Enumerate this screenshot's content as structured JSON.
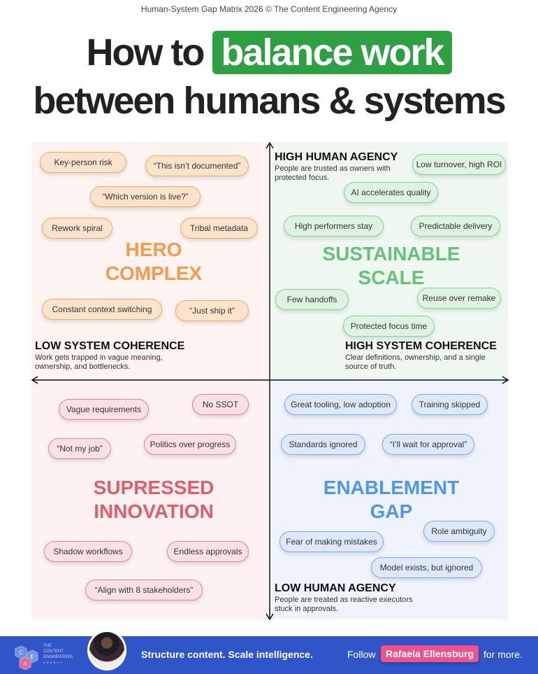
{
  "header": {
    "credit": "Human-System Gap Matrix 2026 © The Content Engineering Agency",
    "title_line1_prefix": "How to",
    "title_highlight": "balance work",
    "title_line2": "between humans & systems"
  },
  "colors": {
    "highlight": "#2ea043",
    "footer": "#2f55c8",
    "follow_badge": "#f0508c",
    "hero": "#f79a4a",
    "sustainable": "#66c17a",
    "supressed": "#e25d6a",
    "enablement": "#4f96f0"
  },
  "quadrants": {
    "top_left": {
      "title1": "HERO",
      "title2": "COMPLEX",
      "pills": [
        "Key-person risk",
        "“This isn’t documented”",
        "“Which version is live?”",
        "Rework spiral",
        "Tribal metadata",
        "Constant context switching",
        "“Just ship it”"
      ]
    },
    "top_right": {
      "title1": "SUSTAINABLE",
      "title2": "SCALE",
      "pills": [
        "Low turnover, high ROI",
        "AI accelerates quality",
        "High performers stay",
        "Predictable delivery",
        "Few handoffs",
        "Reuse over remake",
        "Protected focus time"
      ]
    },
    "bottom_left": {
      "title1": "SUPRESSED",
      "title2": "INNOVATION",
      "pills": [
        "Vague requirements",
        "No SSOT",
        "“Not my job”",
        "Politics over progress",
        "Shadow workflows",
        "Endless approvals",
        "“Align with 8 stakeholders”"
      ]
    },
    "bottom_right": {
      "title1": "ENABLEMENT",
      "title2": "GAP",
      "pills": [
        "Great tooling, low adoption",
        "Training skipped",
        "Standards ignored",
        "“I’ll wait for approval”",
        "Role ambiguity",
        "Fear of making mistakes",
        "Model exists, but ignored"
      ]
    }
  },
  "axes": {
    "high_agency": {
      "label": "HIGH HUMAN AGENCY",
      "desc1": "People are trusted as owners with",
      "desc2": "protected focus."
    },
    "low_agency": {
      "label": "LOW HUMAN AGENCY",
      "desc1": "People are treated as reactive executors",
      "desc2": "stuck in approvals."
    },
    "low_coherence": {
      "label": "LOW SYSTEM COHERENCE",
      "desc1": "Work gets trapped in vague meaning,",
      "desc2": "ownership, and bottlenecks."
    },
    "high_coherence": {
      "label": "HIGH SYSTEM COHERENCE",
      "desc1": "Clear definitions, ownership, and a single",
      "desc2": "source of truth."
    }
  },
  "footer": {
    "logo_text1": "THE",
    "logo_text2": "CONTENT",
    "logo_text3": "ENGINEERING",
    "logo_text4": "AGENCY",
    "logo_letters": [
      "C",
      "E",
      "A"
    ],
    "tagline": "Structure content. Scale intelligence.",
    "follow": "Follow",
    "name": "Rafaela Ellensburg",
    "suffix": "for more."
  }
}
